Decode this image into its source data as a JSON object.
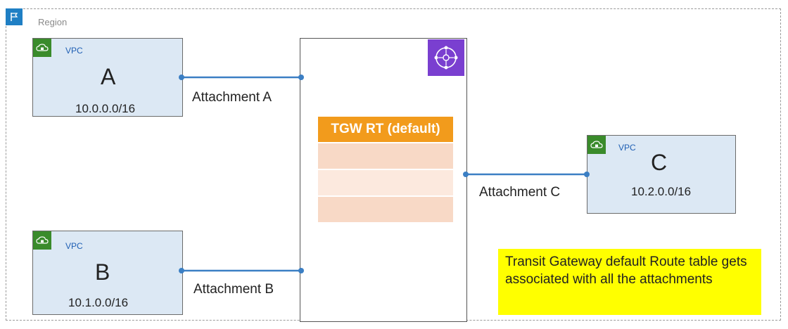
{
  "region": {
    "label": "Region",
    "icon": "flag-icon"
  },
  "vpcs": [
    {
      "tag": "VPC",
      "name": "A",
      "cidr": "10.0.0.0/16",
      "icon": "vpc-cloud-lock-icon"
    },
    {
      "tag": "VPC",
      "name": "B",
      "cidr": "10.1.0.0/16",
      "icon": "vpc-cloud-lock-icon"
    },
    {
      "tag": "VPC",
      "name": "C",
      "cidr": "10.2.0.0/16",
      "icon": "vpc-cloud-lock-icon"
    }
  ],
  "attachments": [
    "Attachment A",
    "Attachment B",
    "Attachment C"
  ],
  "transit_gateway": {
    "icon": "transit-gateway-icon",
    "route_table": {
      "title": "TGW RT (default)",
      "rows": 3
    }
  },
  "note": "Transit Gateway default Route table gets associated with all the attachments",
  "colors": {
    "vpc_fill": "#dce8f4",
    "vpc_icon": "#3a8b2b",
    "tgw_icon": "#7a3fd0",
    "route_table_header": "#f29b1c",
    "route_table_row": "#f8d9c6",
    "connector": "#3b7fc4",
    "note_fill": "#ffff00"
  }
}
